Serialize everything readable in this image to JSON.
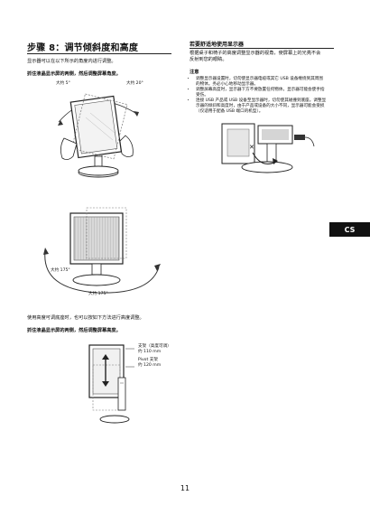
{
  "step": {
    "heading": "步骤 8：调节倾斜度和高度",
    "intro": "显示器可以在以下所示的角度内进行调整。",
    "instruction1": "抓住液晶显示屏的两侧，然后调整屏幕角度。",
    "tilt_left": "大约 5°",
    "tilt_right": "大约 20°",
    "swivel_left": "大约 175°",
    "swivel_bottom": "大约 175°",
    "height_text": "使用高度可调底座时，也可以按如下方法进行高度调整。",
    "instruction2": "抓住液晶显示屏的两侧，然后调整屏幕高度。",
    "stand_label_1": "支架（高度可调）",
    "stand_label_2": "约 110 mm",
    "pivot_label_1": "Pivot 支架",
    "pivot_label_2": "约 120 mm"
  },
  "comfort": {
    "heading": "若要舒适地使用显示器",
    "text": "根据桌子和椅子的高度调整显示器的视角，使屏幕上的光亮不会反射到您的眼睛。"
  },
  "notes": {
    "label": "注意",
    "items": [
      "调整显示器设置时，切勿使显示器电缆或其它 USB 设备缠绕到其周围的物体。务必小心地移动显示器。",
      "调整屏幕高度时，显示器下方不要放置任何物体。显示器可能会使手指受伤。",
      "连接 USB 产品或 USB 设备至显示器时，切勿使其碰撞到底座。调整显示器的倾斜和高度时，由于产品或设备的大小不同，显示器可能会受损（仅适用于配备 USB 端口的机型）。"
    ]
  },
  "side_tab": "CS",
  "page_number": "11"
}
